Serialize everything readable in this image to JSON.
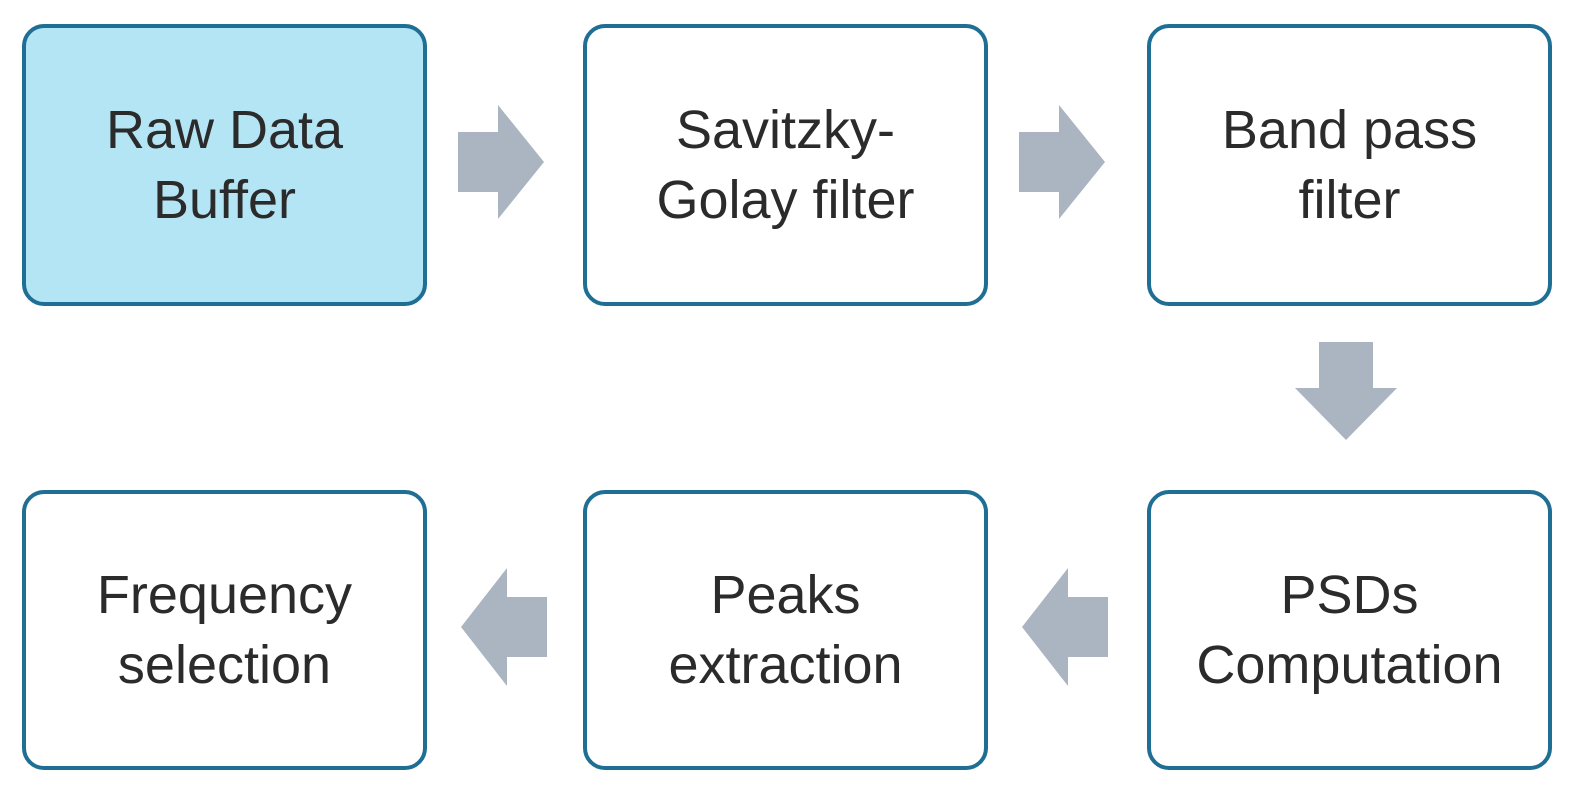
{
  "diagram": {
    "nodes": [
      {
        "id": "raw",
        "line1": "Raw Data",
        "line2": "Buffer",
        "highlight": true
      },
      {
        "id": "sg",
        "line1": "Savitzky-",
        "line2": "Golay filter",
        "highlight": false
      },
      {
        "id": "bp",
        "line1": "Band pass",
        "line2": "filter",
        "highlight": false
      },
      {
        "id": "psd",
        "line1": "PSDs",
        "line2": "Computation",
        "highlight": false
      },
      {
        "id": "peaks",
        "line1": "Peaks",
        "line2": "extraction",
        "highlight": false
      },
      {
        "id": "freq",
        "line1": "Frequency",
        "line2": "selection",
        "highlight": false
      }
    ],
    "edges": [
      {
        "from": "raw",
        "to": "sg",
        "direction": "right"
      },
      {
        "from": "sg",
        "to": "bp",
        "direction": "right"
      },
      {
        "from": "bp",
        "to": "psd",
        "direction": "down"
      },
      {
        "from": "psd",
        "to": "peaks",
        "direction": "left"
      },
      {
        "from": "peaks",
        "to": "freq",
        "direction": "left"
      }
    ]
  },
  "colors": {
    "box_border": "#1f6e93",
    "highlight_fill": "#b3e5f5",
    "arrow_fill": "#aab5c1",
    "text": "#2b2b2b"
  }
}
